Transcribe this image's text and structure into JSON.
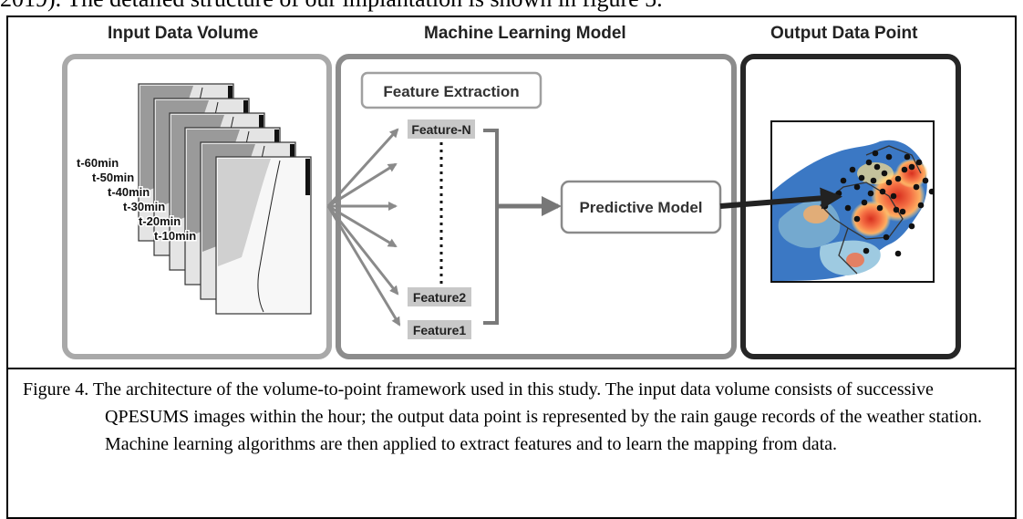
{
  "top_text": "2019). The detailed structure of our implantation is shown in figure 5.",
  "figure": {
    "input_title": "Input Data Volume",
    "model_title": "Machine Learning Model",
    "output_title": "Output Data Point",
    "time_labels": [
      "t-60min",
      "t-50min",
      "t-40min",
      "t-30min",
      "t-20min",
      "t-10min"
    ],
    "feature_extraction_label": "Feature Extraction",
    "feature_labels": [
      "Feature-N",
      "Feature2",
      "Feature1"
    ],
    "predictive_model_label": "Predictive Model",
    "colors": {
      "panel_gray": "#a6a6a6",
      "model_border": "#8c8c8c",
      "output_border": "#262626",
      "feature_tag": "#c8c8c8",
      "arrow": "#777777"
    }
  },
  "caption": "Figure 4. The architecture of the volume-to-point framework used in this study. The input data volume consists of successive QPESUMS images within the hour; the output data point is represented by the rain gauge records of the weather station. Machine learning algorithms are then applied to extract features and to learn the mapping from data."
}
